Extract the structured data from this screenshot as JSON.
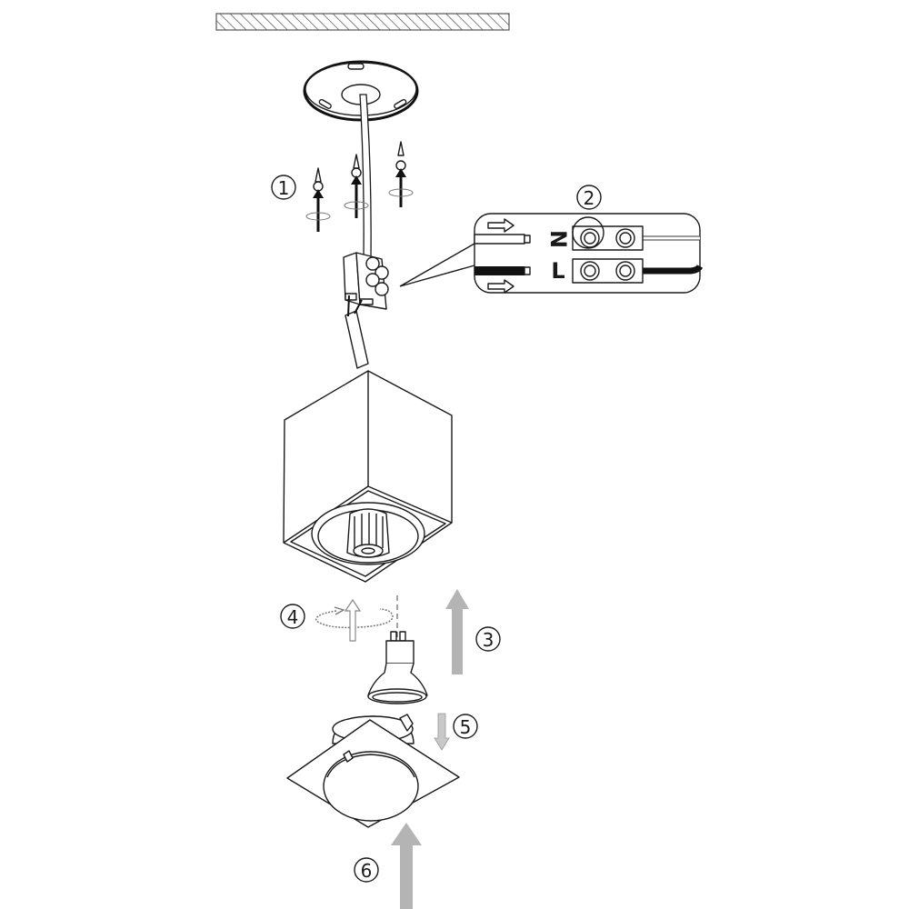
{
  "steps": {
    "s1": "1",
    "s2": "2",
    "s3": "3",
    "s4": "4",
    "s5": "5",
    "s6": "6"
  },
  "wiring": {
    "neutral": "N",
    "live": "L"
  },
  "colors": {
    "line": "#1a1a1a",
    "arrow_gray": "#b4b4b4"
  }
}
